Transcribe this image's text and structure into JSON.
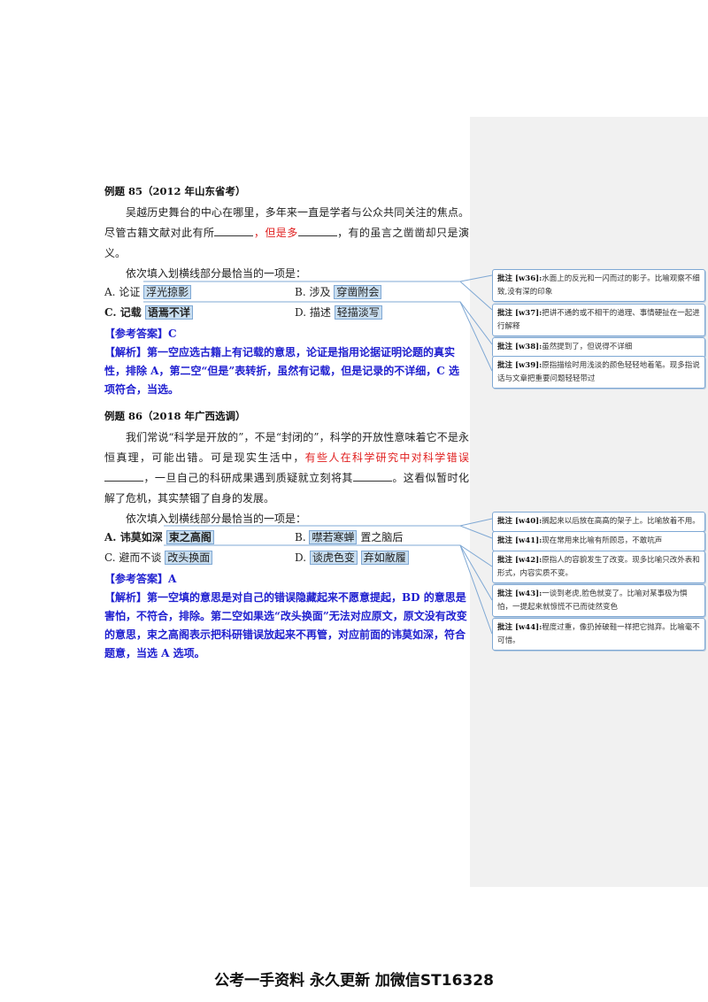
{
  "q85": {
    "title": "例题 85（2012 年山东省考）",
    "stem_a": "吴越历史舞台的中心在哪里，多年来一直是学者与公众共同关注的焦点。尽管古籍文献对此有所",
    "stem_red": "，但是多",
    "stem_b": "，有的虽言之凿凿却只是演义。",
    "prompt": "依次填入划横线部分最恰当的一项是：",
    "options": [
      {
        "letter": "A.",
        "w1": "论证",
        "w2": "浮光掠影"
      },
      {
        "letter": "B.",
        "w1": "涉及",
        "w2": "穿凿附会"
      },
      {
        "letter": "C.",
        "w1": "记载",
        "w2": "语焉不详"
      },
      {
        "letter": "D.",
        "w1": "描述",
        "w2": "轻描淡写"
      }
    ],
    "answer": "【参考答案】C",
    "analysis": "【解析】第一空应选古籍上有记载的意思，论证是指用论据证明论题的真实性，排除 A，第二空“但是”表转折，虽然有记载，但是记录的不详细，C 选项符合，当选。"
  },
  "q86": {
    "title": "例题 86（2018 年广西选调）",
    "stem_a": "我们常说“科学是开放的”，不是“封闭的”，科学的开放性意味着它不是永恒真理，可能出错。可是现实生活中，",
    "stem_red": "有些人在科学研究中对科学错误",
    "stem_b": "，一旦自己的科研成果遇到质疑就立刻将其",
    "stem_c": "。这看似暂时化解了危机，其实禁锢了自身的发展。",
    "prompt": "依次填入划横线部分最恰当的一项是：",
    "options": [
      {
        "letter": "A.",
        "w1": "讳莫如深",
        "w2": "束之高阁"
      },
      {
        "letter": "B.",
        "w1": "噤若寒蝉",
        "w2": "置之脑后"
      },
      {
        "letter": "C.",
        "w1": "避而不谈",
        "w2": "改头换面"
      },
      {
        "letter": "D.",
        "w1": "谈虎色变",
        "w2": "弃如敝履"
      }
    ],
    "answer": "【参考答案】A",
    "analysis": "【解析】第一空填的意思是对自己的错误隐藏起来不愿意提起，BD 的意思是害怕，不符合，排除。第二空如果选“改头换面”无法对应原文，原文没有改变的意思，束之高阁表示把科研错误放起来不再管，对应前面的讳莫如深，符合题意，当选 A 选项。"
  },
  "comments": [
    {
      "label": "批注 [w36]:",
      "text": "水面上的反光和一闪而过的影子。比喻观察不细致,没有深的印象"
    },
    {
      "label": "批注 [w37]:",
      "text": "把讲不通的或不相干的道理、事情硬扯在一起进行解释"
    },
    {
      "label": "批注 [w38]:",
      "text": "虽然提到了，但说得不详细"
    },
    {
      "label": "批注 [w39]:",
      "text": "原指描绘时用浅淡的颜色轻轻地着笔。现多指说话与文章把重要问题轻轻带过"
    },
    {
      "label": "批注 [w40]:",
      "text": "搁起来以后放在高高的架子上。比喻放着不用。"
    },
    {
      "label": "批注 [w41]:",
      "text": "现在常用来比喻有所顾忌，不敢吭声"
    },
    {
      "label": "批注 [w42]:",
      "text": "原指人的容貌发生了改变。现多比喻只改外表和形式，内容实质不变。"
    },
    {
      "label": "批注 [w43]:",
      "text": "一谈到老虎,脸色就变了。比喻对某事极为惧怕，一提起来就惊慌不已而徒然变色"
    },
    {
      "label": "批注 [w44]:",
      "text": "程度过重，像扔掉破鞋一样把它抛弃。比喻毫不可惜。"
    }
  ],
  "footer": "公考一手资料 永久更新 加微信ST16328"
}
